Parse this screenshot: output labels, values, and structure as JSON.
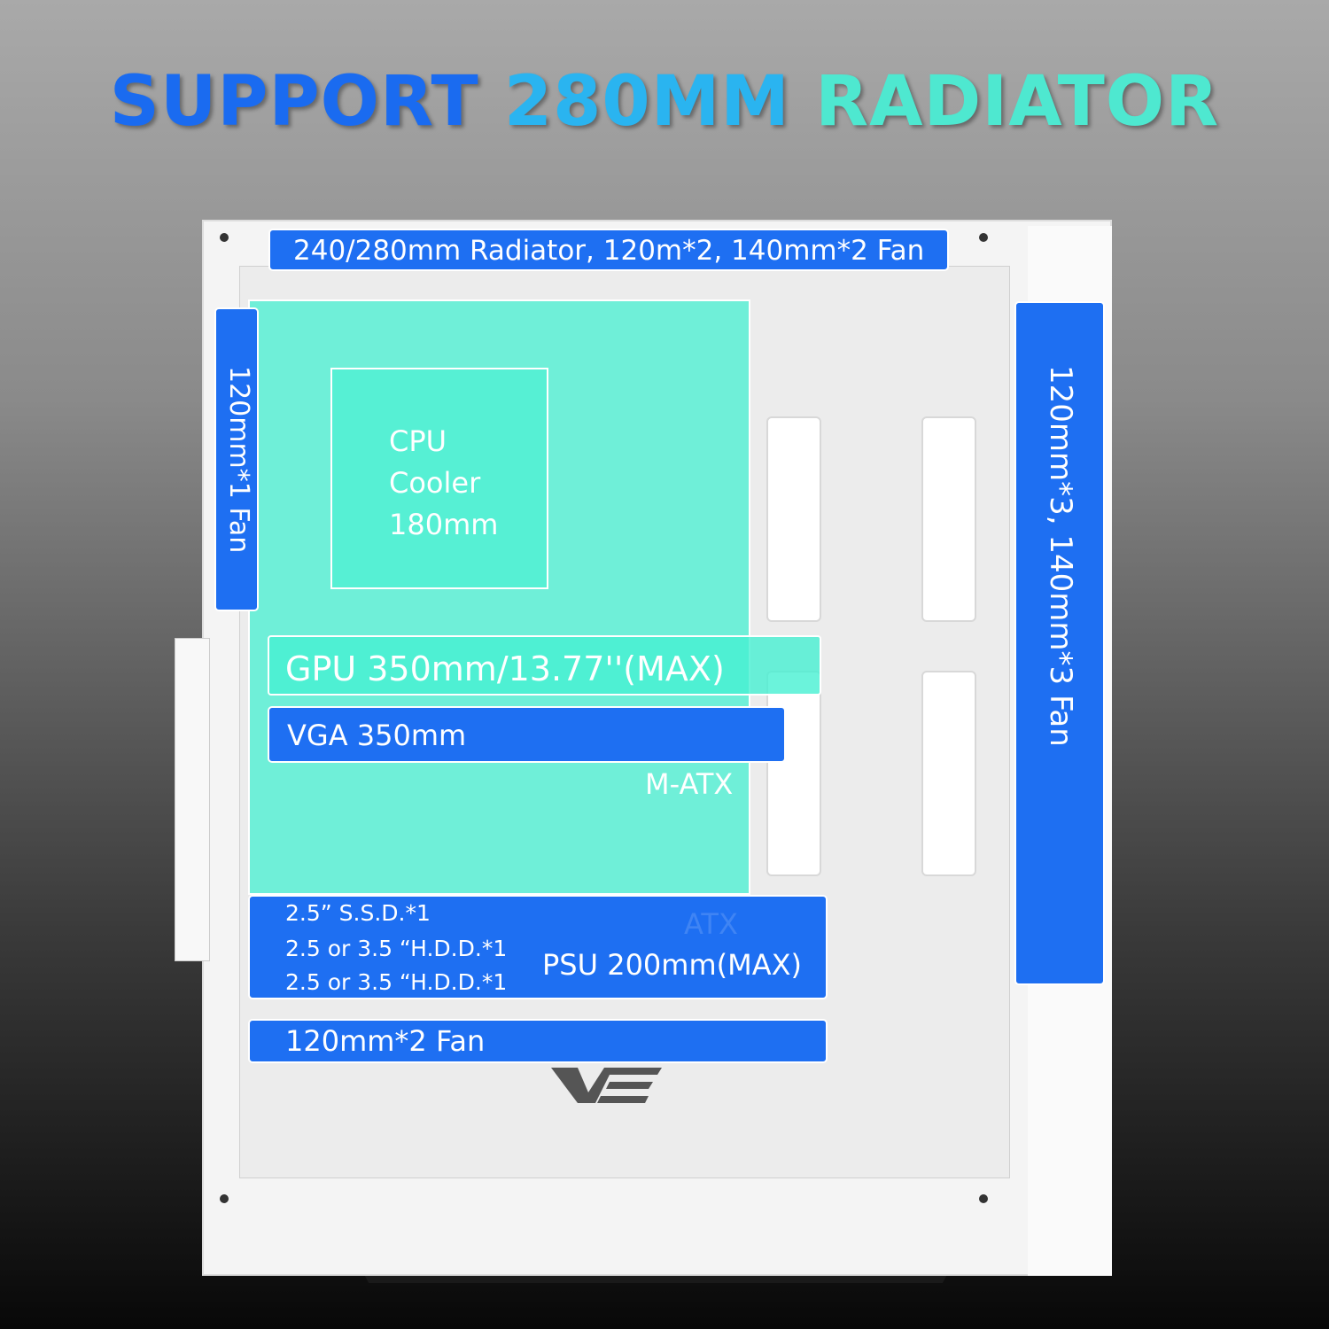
{
  "headline": {
    "word1": "SUPPORT",
    "word2": "280MM",
    "word3": "RADIATOR"
  },
  "labels": {
    "top_radiator": "240/280mm Radiator, 120m*2, 140mm*2 Fan",
    "left_fan": "120mm*1 Fan",
    "right_fan": "120mm*3, 140mm*3 Fan",
    "cpu_cooler": [
      "CPU",
      "Cooler",
      "180mm"
    ],
    "gpu": "GPU 350mm/13.77''(MAX)",
    "vga": "VGA 350mm",
    "matx": "M-ATX",
    "atx": "ATX",
    "drives": [
      "2.5” S.S.D.*1",
      "2.5 or 3.5 “H.D.D.*1",
      "2.5 or 3.5 “H.D.D.*1"
    ],
    "psu": "PSU 200mm(MAX)",
    "bottom_fan": "120mm*2 Fan"
  },
  "logo": "VE",
  "colors": {
    "blue": "#1e6ff2",
    "teal": "#46f0d2"
  }
}
